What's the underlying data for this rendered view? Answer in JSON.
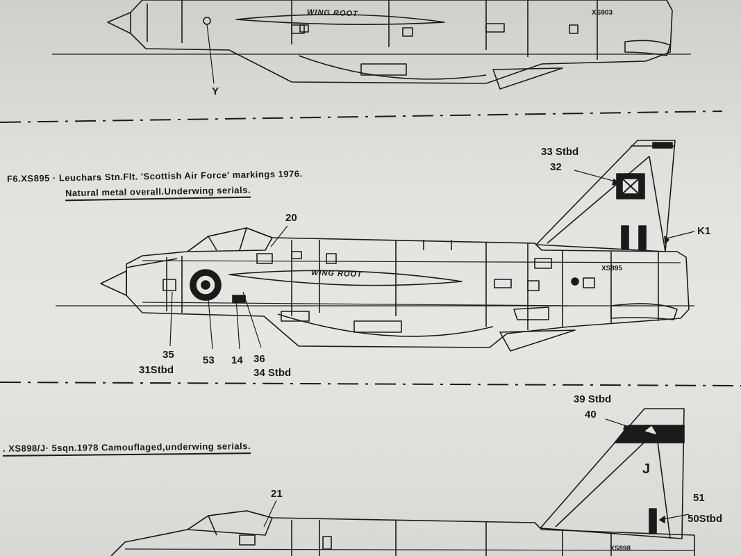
{
  "profiles": {
    "top": {
      "wing_root": "WING ROOT",
      "serial": "XS903",
      "callout_y": "Y"
    },
    "middle": {
      "caption_line1": "F6.XS895 · Leuchars Stn.Flt. 'Scottish Air Force' markings 1976.",
      "caption_line2": "Natural metal overall.Underwing serials.",
      "wing_root": "WING ROOT",
      "serial": "XS895",
      "callouts": {
        "c33": "33 Stbd",
        "c32": "32",
        "c20": "20",
        "ck": "K1",
        "c35": "35",
        "c31": "31Stbd",
        "c53": "53",
        "c14": "14",
        "c36": "36",
        "c34": "34 Stbd"
      }
    },
    "bottom": {
      "caption": ". XS898/J· 5sqn.1978 Camouflaged,underwing serials.",
      "serial": "XS898",
      "code_letter": "J",
      "callouts": {
        "c39": "39 Stbd",
        "c40": "40",
        "c21": "21",
        "c51": "51",
        "c50": "50Stbd"
      }
    }
  }
}
